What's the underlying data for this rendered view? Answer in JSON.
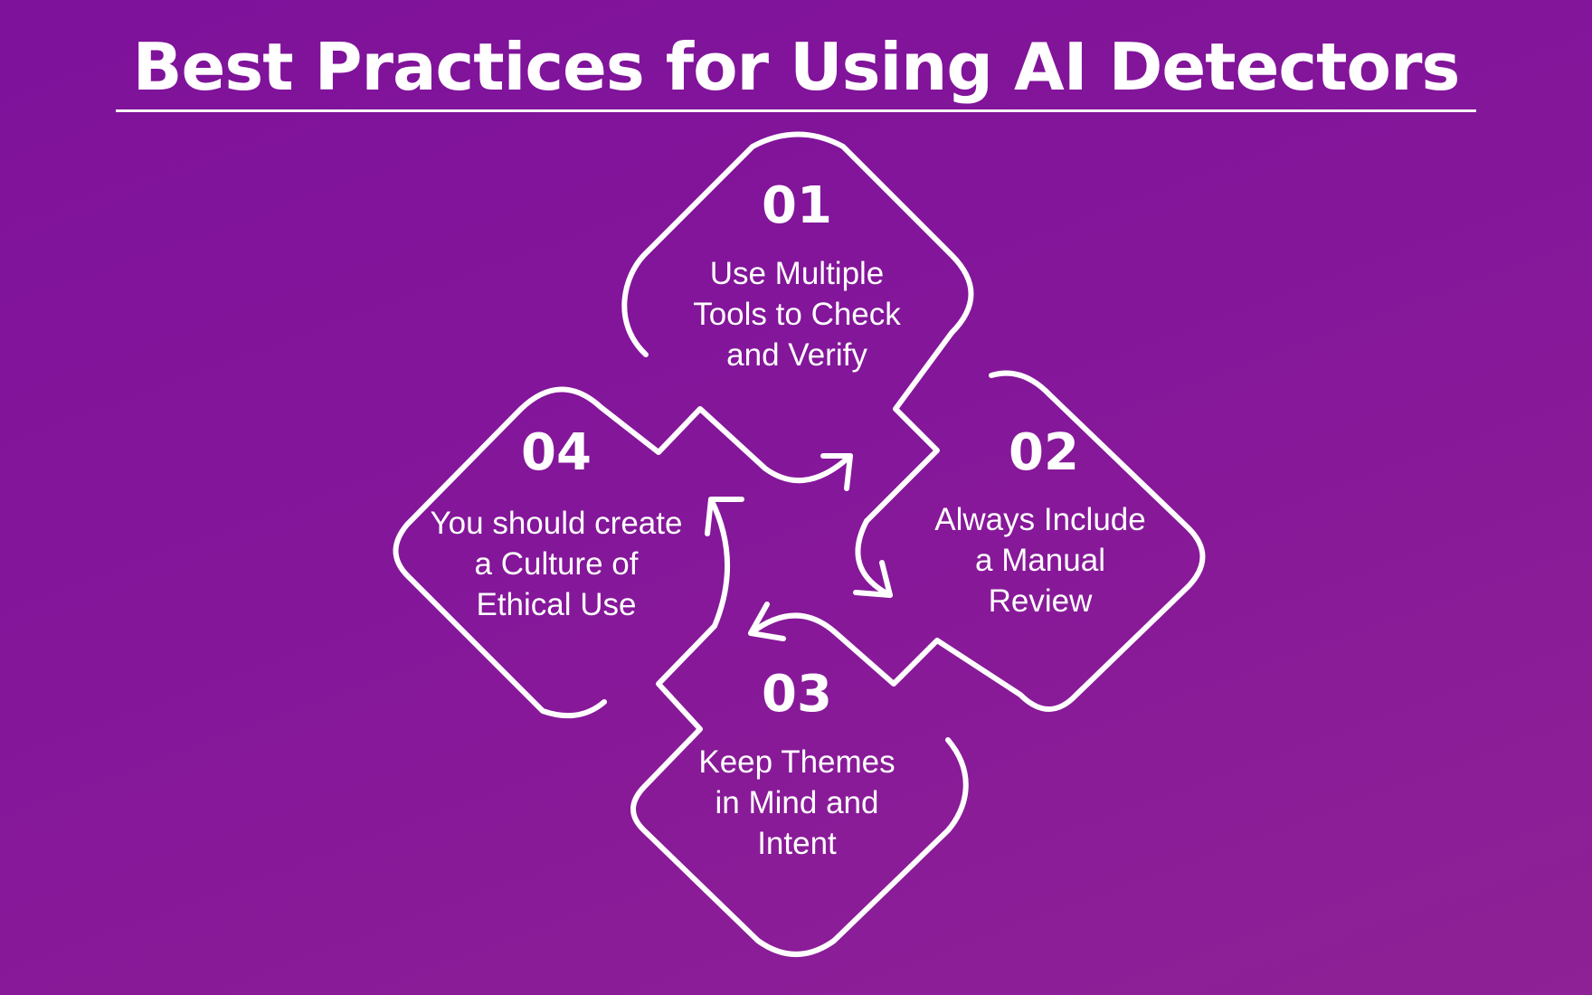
{
  "title": "Best Practices for Using AI Detectors",
  "steps": [
    {
      "number": "01",
      "text": "Use Multiple\nTools to Check\nand Verify"
    },
    {
      "number": "02",
      "text": "Always Include\na Manual\nReview"
    },
    {
      "number": "03",
      "text": "Keep Themes\nin Mind and\nIntent"
    },
    {
      "number": "04",
      "text": "You should create\na Culture of\nEthical Use"
    }
  ],
  "colors": {
    "background_top": "#7e129a",
    "background_bottom": "#8f2196",
    "foreground": "#ffffff"
  }
}
